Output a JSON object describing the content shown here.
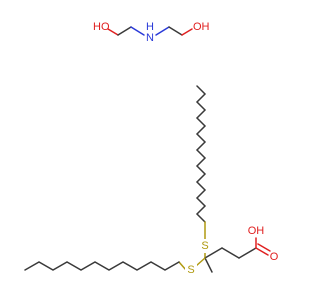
{
  "molecule_1": {
    "name": "diethanolamine",
    "atoms": {
      "o_left": "HO",
      "n_center": "N",
      "n_hydrogen": "H",
      "o_right": "OH"
    }
  },
  "molecule_2": {
    "name": "4,4-bis(dodecylthio)pentanoic acid",
    "atoms": {
      "s_upper": "S",
      "s_lower": "S",
      "acid_oh": "OH",
      "acid_o": "O"
    }
  },
  "colors": {
    "carbon_bond": "#3a3a3a",
    "nitrogen": "#2a3ad8",
    "oxygen": "#e02020",
    "sulfur": "#b09a10",
    "background": "#ffffff"
  }
}
